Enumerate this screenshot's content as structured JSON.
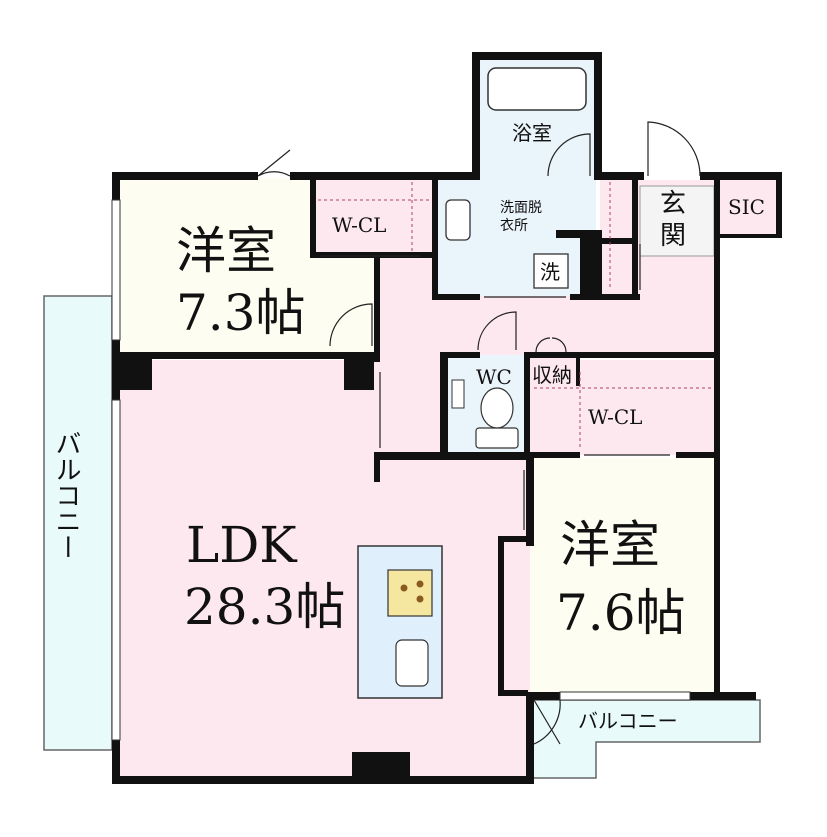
{
  "rooms": {
    "western_room_1": {
      "name": "洋室",
      "size": "7.3帖"
    },
    "wcl_1": {
      "name": "W-CL"
    },
    "bathroom": {
      "name": "浴室"
    },
    "washroom": {
      "name_line1": "洗面脱",
      "name_line2": "衣所",
      "washer": "洗"
    },
    "entrance": {
      "name_line1": "玄",
      "name_line2": "関"
    },
    "sic": {
      "name": "SIC"
    },
    "ldk": {
      "name": "LDK",
      "size": "28.3帖"
    },
    "wc": {
      "name": "WC"
    },
    "storage": {
      "name": "収納"
    },
    "wcl_2": {
      "name": "W-CL"
    },
    "western_room_2": {
      "name": "洋室",
      "size": "7.6帖"
    },
    "balcony_west": {
      "name": "バルコニー"
    },
    "balcony_south": {
      "name": "バルコニー"
    }
  },
  "colors": {
    "wall": "#111111",
    "western_room": "#fdfdf1",
    "ldk": "#fde8f0",
    "wet_area": "#eaf4fb",
    "balcony": "#e9fafb",
    "corridor": "#fde8f0",
    "kitchen_counter": "#dfeffb",
    "stove": "#f6e7a0",
    "burner": "#8b5a1e"
  }
}
